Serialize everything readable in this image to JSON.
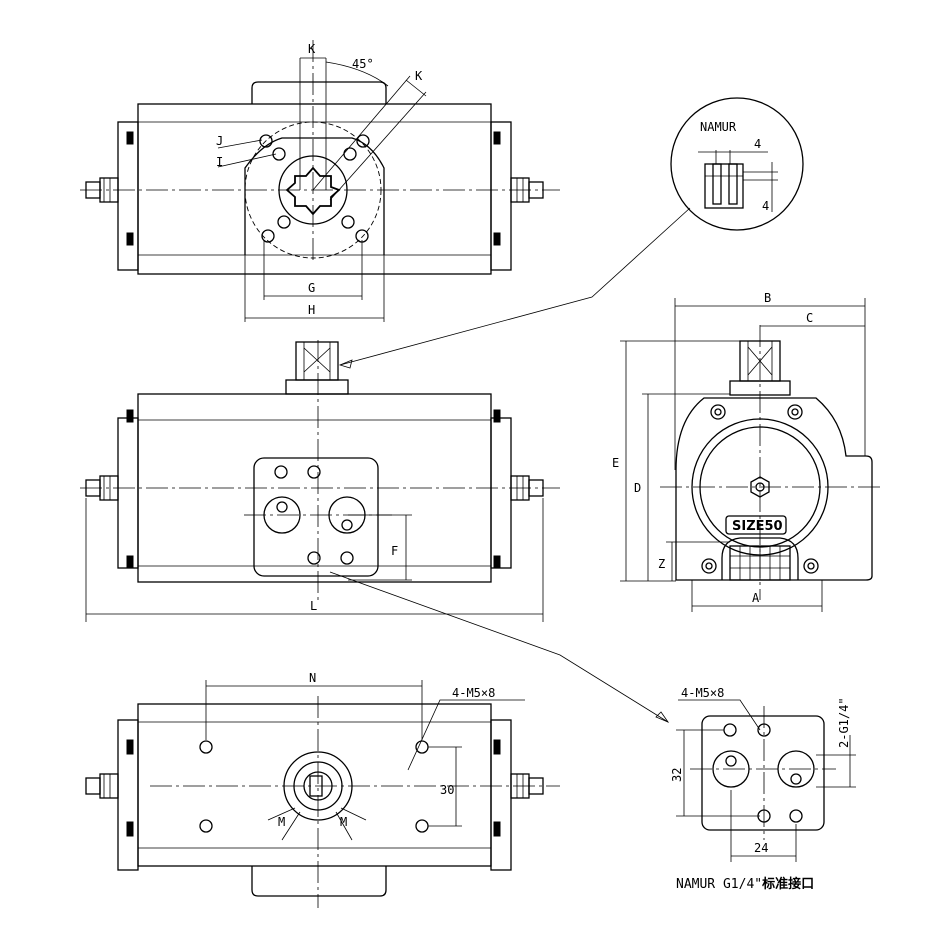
{
  "labels": {
    "dim_K": "K",
    "angle_45": "45°",
    "dim_J": "J",
    "dim_I": "I",
    "dim_G": "G",
    "dim_H": "H",
    "namur_title": "NAMUR",
    "namur_4a": "4",
    "namur_4b": "4",
    "dim_B": "B",
    "dim_C": "C",
    "dim_E": "E",
    "dim_D": "D",
    "dim_Z": "Z",
    "dim_A": "A",
    "size_label": "SIZE50",
    "dim_F": "F",
    "dim_L": "L",
    "dim_N": "N",
    "thread_bottom": "4-M5×8",
    "dim_30": "30",
    "dim_M": "M",
    "thread_port": "4-M5×8",
    "port_thread": "2-G1/4\"",
    "dim_32": "32",
    "dim_24": "24",
    "caption_prefix": "NAMUR G1/4\"",
    "caption_cn": "标准接口"
  }
}
